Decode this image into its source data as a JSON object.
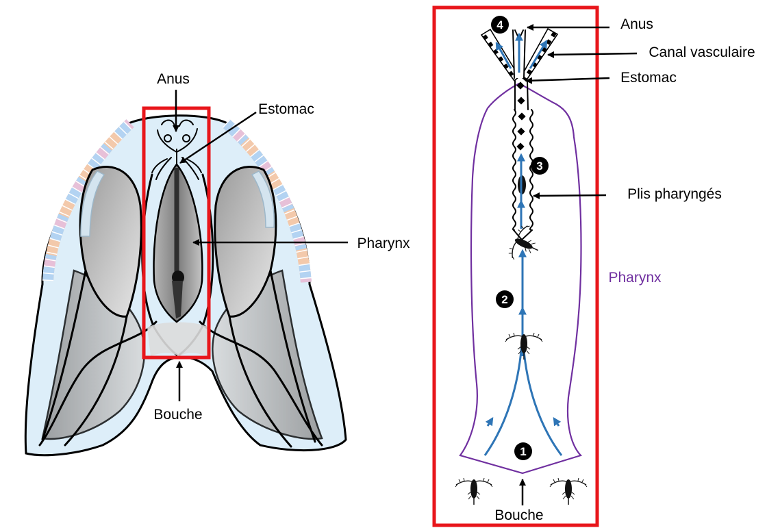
{
  "left_figure": {
    "anus_label": "Anus",
    "estomac_label": "Estomac",
    "pharynx_label": "Pharynx",
    "bouche_label": "Bouche"
  },
  "right_figure": {
    "anus_label": "Anus",
    "canal_vasculaire_label": "Canal vasculaire",
    "estomac_label": "Estomac",
    "plis_pharynges_label": "Plis pharyngés",
    "pharynx_label": "Pharynx",
    "bouche_label": "Bouche",
    "steps": [
      "1",
      "2",
      "3",
      "4"
    ]
  },
  "colors": {
    "highlight_box": "#e8161b",
    "pharynx_outline": "#7030a0",
    "food_flow": "#2e75b6",
    "body_fill": "#ddeef9"
  }
}
